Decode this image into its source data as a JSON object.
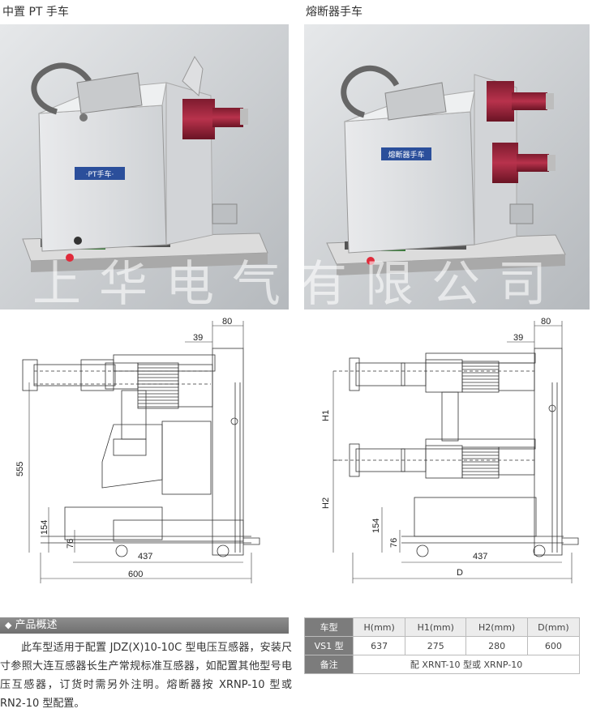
{
  "left_title": "中置 PT 手车",
  "right_title": "熔断器手车",
  "watermark": "上华电气有限公司",
  "left_photo": {
    "label": "·PT手车·"
  },
  "right_photo": {
    "label": "熔断器手车"
  },
  "left_drawing": {
    "dims": {
      "d80": "80",
      "d39": "39",
      "d555": "555",
      "d154": "154",
      "d76": "76",
      "d437": "437",
      "d600": "600"
    }
  },
  "right_drawing": {
    "dims": {
      "d80": "80",
      "d39": "39",
      "h1": "H1",
      "h2": "H2",
      "d154": "154",
      "d76": "76",
      "d437": "437",
      "dD": "D"
    }
  },
  "section": {
    "title": "产品概述"
  },
  "description": "此车型适用于配置 JDZ(X)10-10C 型电压互感器，安装尺寸参照大连互感器长生产常规标准互感器，如配置其他型号电压互感器，订货时需另外注明。熔断器按 XRNP-10 型或 RN2-10 型配置。",
  "spec_table": {
    "headers": [
      "车型",
      "H(mm)",
      "H1(mm)",
      "H2(mm)",
      "D(mm)"
    ],
    "row": [
      "VS1 型",
      "637",
      "275",
      "280",
      "600"
    ],
    "note_label": "备注",
    "note_value": "配 XRNT-10 型或 XRNP-10"
  }
}
